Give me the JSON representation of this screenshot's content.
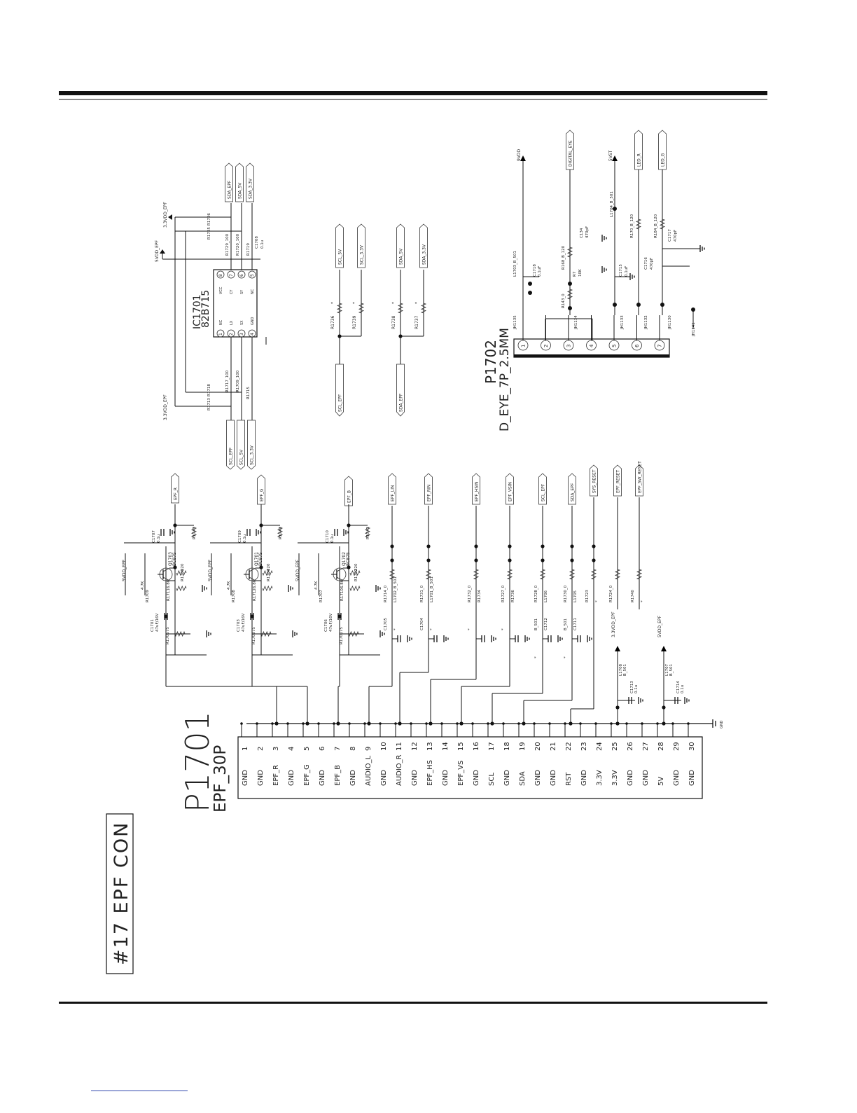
{
  "sheet": {
    "section_title": "#17 EPF CON"
  },
  "p1701": {
    "ref": "P1701",
    "type": "EPF_30P",
    "gnd_label": "GND",
    "pins": [
      {
        "num": "1",
        "name": "GND"
      },
      {
        "num": "2",
        "name": "GND"
      },
      {
        "num": "3",
        "name": "EPF_R"
      },
      {
        "num": "4",
        "name": "GND"
      },
      {
        "num": "5",
        "name": "EPF_G"
      },
      {
        "num": "6",
        "name": "GND"
      },
      {
        "num": "7",
        "name": "EPF_B"
      },
      {
        "num": "8",
        "name": "GND"
      },
      {
        "num": "9",
        "name": "AUDIO_L"
      },
      {
        "num": "10",
        "name": "GND"
      },
      {
        "num": "11",
        "name": "AUDIO_R"
      },
      {
        "num": "12",
        "name": "GND"
      },
      {
        "num": "13",
        "name": "EPF_HS"
      },
      {
        "num": "14",
        "name": "GND"
      },
      {
        "num": "15",
        "name": "EPF_VS"
      },
      {
        "num": "16",
        "name": "GND"
      },
      {
        "num": "17",
        "name": "SCL"
      },
      {
        "num": "18",
        "name": "GND"
      },
      {
        "num": "19",
        "name": "SDA"
      },
      {
        "num": "20",
        "name": "GND"
      },
      {
        "num": "21",
        "name": "GND"
      },
      {
        "num": "22",
        "name": "RST"
      },
      {
        "num": "23",
        "name": "GND"
      },
      {
        "num": "24",
        "name": "3.3V"
      },
      {
        "num": "25",
        "name": "3.3V"
      },
      {
        "num": "26",
        "name": "GND"
      },
      {
        "num": "27",
        "name": "GND"
      },
      {
        "num": "28",
        "name": "5V"
      },
      {
        "num": "29",
        "name": "GND"
      },
      {
        "num": "30",
        "name": "GND"
      }
    ]
  },
  "rgb_channels": [
    {
      "out": "EPF_R",
      "q": "Q1703",
      "qtype": "BC875",
      "r_series": "R1709",
      "r_series_val": "4.7K",
      "r_bias": "R1711",
      "r_bias_val": "6.8K",
      "r_emit": "R1706",
      "r_emit_val": "220",
      "r_term": "R1705",
      "r_term_val": "75",
      "r_out": "R1743",
      "r_out_val": "*",
      "c_in": "C1701",
      "c_in_val": "47uF/16V",
      "c_byp": "C1707",
      "c_byp_val": "0.1u",
      "vdd": "5VDD_EPF"
    },
    {
      "out": "EPF_G",
      "q": "Q1701",
      "qtype": "BC875",
      "r_series": "R1708",
      "r_series_val": "4.7K",
      "r_bias": "R1712",
      "r_bias_val": "6.8K",
      "r_emit": "R1704",
      "r_emit_val": "220",
      "r_term": "R1703",
      "r_term_val": "75",
      "r_out": "R1742",
      "r_out_val": "*",
      "c_in": "C1703",
      "c_in_val": "47uF/16V",
      "c_byp": "C1709",
      "c_byp_val": "0.1u",
      "vdd": "5VDD_EPF"
    },
    {
      "out": "EPF_B",
      "q": "Q1702",
      "qtype": "BC875",
      "r_series": "R1707",
      "r_series_val": "4.7K",
      "r_bias": "R1710",
      "r_bias_val": "6.8K",
      "r_emit": "R1702",
      "r_emit_val": "220",
      "r_term": "R1701",
      "r_term_val": "75",
      "r_out": "R1741",
      "r_out_val": "*",
      "c_in": "C1706",
      "c_in_val": "47uF/16V",
      "c_byp": "C1710",
      "c_byp_val": "0.1u",
      "vdd": "5VDD_EPF"
    }
  ],
  "signal_lines": [
    {
      "net": "EPF_LIN",
      "labels": [
        "R1714_0",
        "L1702_B_501",
        "C1705",
        "*"
      ]
    },
    {
      "net": "EPF_RIN",
      "labels": [
        "R1731_0",
        "L1701_B_501",
        "C1704",
        "*"
      ]
    },
    {
      "net": "EPF_HSIN",
      "labels": [
        "R1732_0",
        "R1734",
        "*"
      ]
    },
    {
      "net": "EPF_VSIN",
      "labels": [
        "R1727_0",
        "R1736",
        "*"
      ]
    },
    {
      "net": "SCL_EPF",
      "labels": [
        "R1728_0",
        "L1706",
        "B_501",
        "C1712",
        "*"
      ]
    },
    {
      "net": "SDA_EPF",
      "labels": [
        "R1730_0",
        "L1705",
        "B_501",
        "C1711",
        "*"
      ]
    },
    {
      "net": "SYS_RESET",
      "labels": [
        "R1723",
        "*"
      ]
    },
    {
      "net": "EPF_RESET",
      "labels": [
        "R1724_0"
      ]
    },
    {
      "net": "EPF_SW_RESET",
      "labels": [
        "R1740",
        "*"
      ]
    }
  ],
  "supplies": [
    {
      "net": "3.3VDD_EPF",
      "l": "L1708",
      "l_val": "B_501",
      "c": "C1713",
      "c_val": "0.1u"
    },
    {
      "net": "5VDD_EPF",
      "l": "L1707",
      "l_val": "B_501",
      "c": "C1714",
      "c_val": "0.1u"
    }
  ],
  "ic1701": {
    "ref": "IC1701",
    "part": "82B715",
    "left_pins": [
      {
        "n": "1",
        "name": "NC"
      },
      {
        "n": "2",
        "name": "LX"
      },
      {
        "n": "3",
        "name": "SX"
      },
      {
        "n": "4",
        "name": "GND"
      }
    ],
    "right_pins": [
      {
        "n": "8",
        "name": "VCC"
      },
      {
        "n": "7",
        "name": "CY"
      },
      {
        "n": "6",
        "name": "SY"
      },
      {
        "n": "5",
        "name": "NC"
      }
    ],
    "labels": {
      "vdd_top": "5VDD_EPF",
      "vdd33_top": "3.3VDD_EPF",
      "vdd33_bot": "3.3VDD_EPF",
      "r_top1": "R1726",
      "r_top2": "R1725",
      "r_top3": "R1729_100",
      "r_top4": "R1720_100",
      "r_top5": "R1719",
      "c_top": "C1708",
      "c_top_val": "0.1u",
      "r_bot1": "R1718",
      "r_bot2": "R1713",
      "r_bot3": "R1717_100",
      "r_bot4": "R1709_100",
      "r_bot5": "R1715",
      "star": "*"
    },
    "nets_top": [
      "SDA_EPF",
      "SDA_5V",
      "SDA_3.3V"
    ],
    "nets_bottom": [
      "SCL_EPF",
      "SCL_5V",
      "SCL_3.3V"
    ]
  },
  "bus_select": {
    "scl": {
      "from": "SCL_EPF",
      "to1": "SCL_5V",
      "to2": "SCL_3.3V",
      "r1": "R1736",
      "r2": "R1739",
      "val": "*"
    },
    "sda": {
      "from": "SDA_EPF",
      "to1": "SDA_5V",
      "to2": "SDA_3.3V",
      "r1": "R1738",
      "r2": "R1737",
      "val": "*"
    }
  },
  "p1702": {
    "ref": "P1702",
    "type": "D_EYE_7P_2.5MM",
    "pins": [
      "1",
      "2",
      "3",
      "4",
      "5",
      "6",
      "7"
    ],
    "nets": [
      "9VDD",
      "DIGITAL_EYE",
      "5VST",
      "LED_R",
      "LED_G"
    ],
    "parts": [
      "L1703_B_501",
      "C1718",
      "0.1uF",
      "JH1135",
      "R143_0",
      "R168_B_120",
      "C134",
      "470pF",
      "JH1134",
      "R7",
      "10K",
      "JH1133",
      "C1715",
      "0.1uF",
      "L1704_B_501",
      "R170_B_120",
      "C1716",
      "470pF",
      "JH1132",
      "R184_B_120",
      "C1717",
      "470pF",
      "JH1130",
      "JH1141"
    ]
  }
}
